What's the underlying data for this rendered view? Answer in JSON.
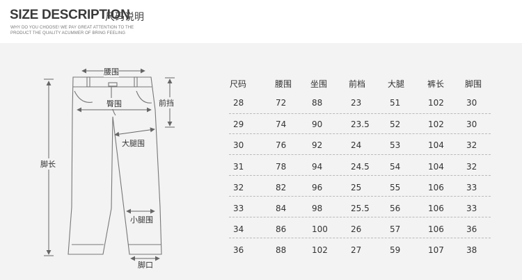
{
  "header": {
    "title": "SIZE DESCRIPTION",
    "title_cn": "尺码说明",
    "tagline_lines": [
      "WHY DO YOU CHOOSE! WE PAY GREAT ATTENTION TO THE",
      "PRODUCT THE QUALITY ACUMMER OF BRING FEELING"
    ]
  },
  "diagram": {
    "labels": {
      "waist": "腰围",
      "hip": "臀围",
      "front_rise": "前挡",
      "thigh": "大腿围",
      "length": "脚长",
      "calf": "小腿围",
      "leg_opening": "脚口"
    }
  },
  "size_table": {
    "headers": [
      "尺码",
      "腰围",
      "坐围",
      "前档",
      "大腿",
      "裤长",
      "脚围"
    ],
    "rows": [
      [
        "28",
        "72",
        "88",
        "23",
        "51",
        "102",
        "30"
      ],
      [
        "29",
        "74",
        "90",
        "23.5",
        "52",
        "102",
        "30"
      ],
      [
        "30",
        "76",
        "92",
        "24",
        "53",
        "104",
        "32"
      ],
      [
        "31",
        "78",
        "94",
        "24.5",
        "54",
        "104",
        "32"
      ],
      [
        "32",
        "82",
        "96",
        "25",
        "55",
        "106",
        "33"
      ],
      [
        "33",
        "84",
        "98",
        "25.5",
        "56",
        "106",
        "33"
      ],
      [
        "34",
        "86",
        "100",
        "26",
        "57",
        "106",
        "36"
      ],
      [
        "36",
        "88",
        "102",
        "27",
        "59",
        "107",
        "38"
      ]
    ]
  }
}
